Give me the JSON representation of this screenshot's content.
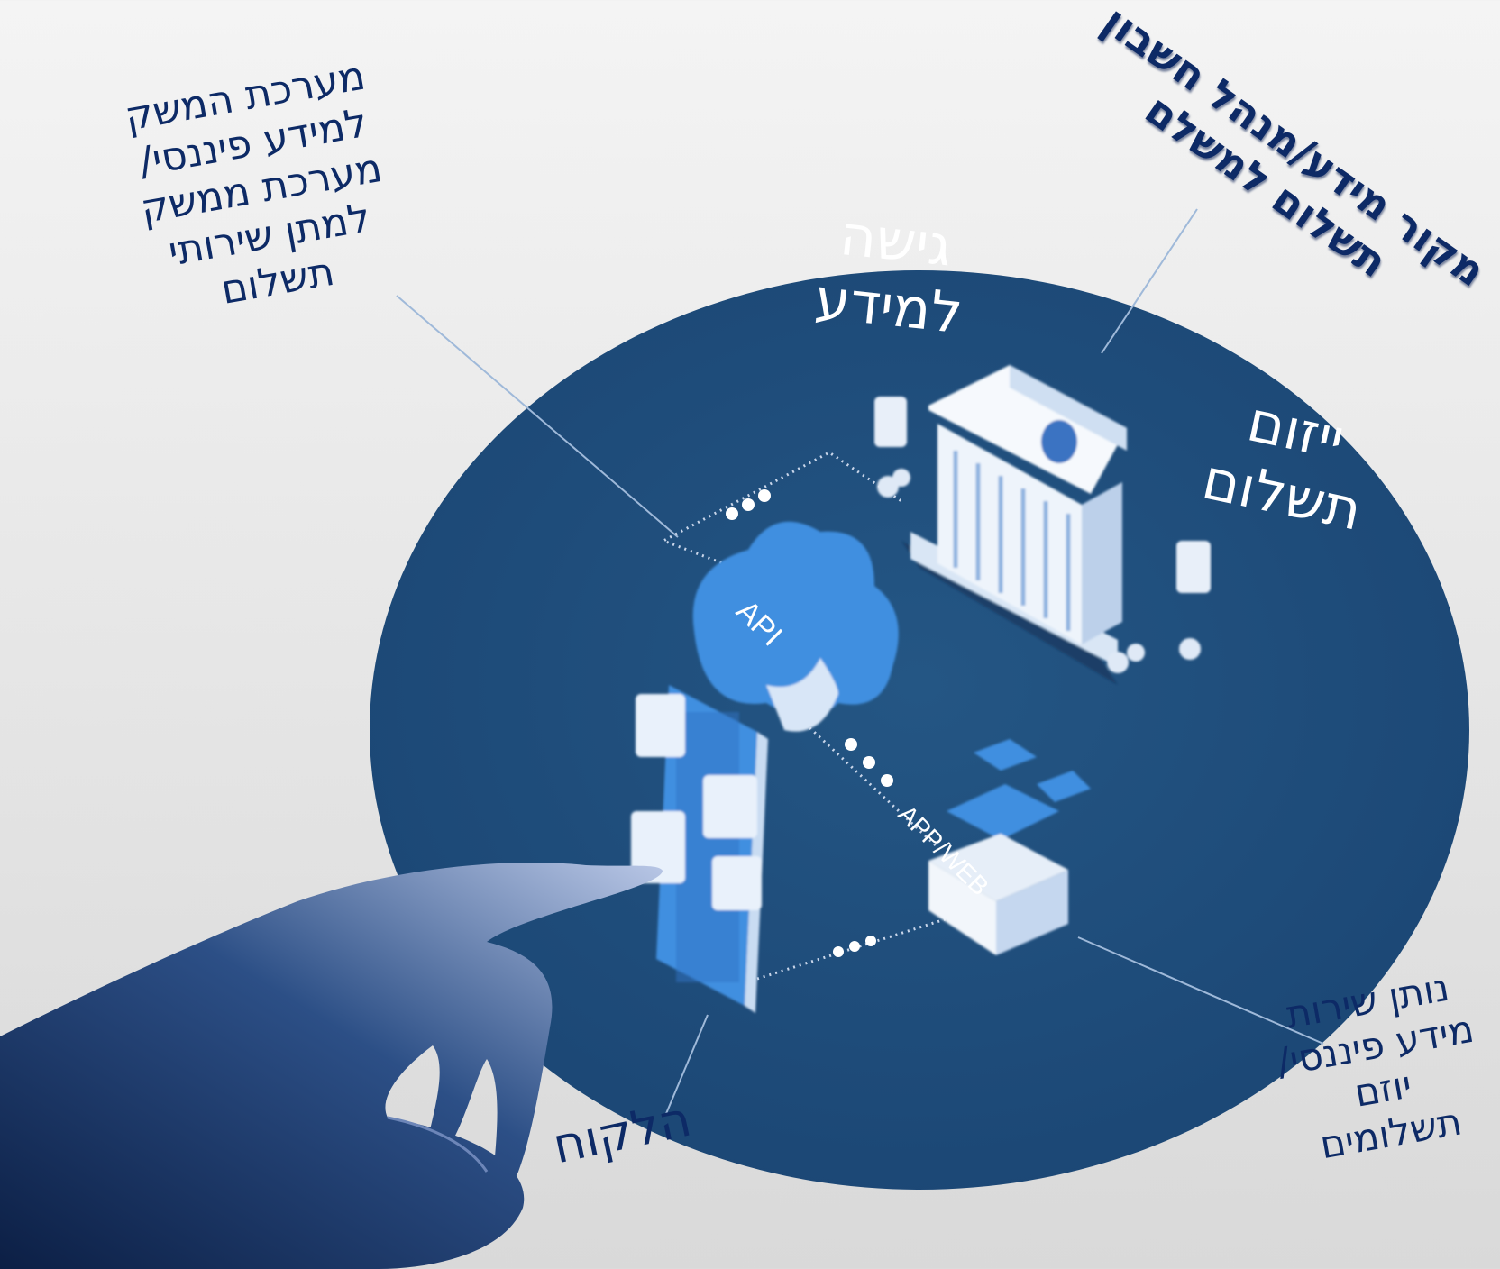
{
  "colors": {
    "disc": "#1f4d7b",
    "accent": "#3f8fe0",
    "text_dark": "#0d2a66",
    "text_light": "#ffffff"
  },
  "labels": {
    "business_system": "מערכת המשק\nלמידע פיננסי/\nמערכת ממשק\nלמתן שירותי\nתשלום",
    "account_source": "מקור מידע/מנהל חשבון\nתשלום למשלם",
    "access_info": "גישה\nלמידע",
    "payment_initiation": "ייזום\nתשלום",
    "service_provider": "נותן שירות\nמידע פיננסי/\nיוזם\nתשלומים",
    "customer": "הלקוח",
    "api": "API",
    "app_web": "APP/WEB"
  },
  "icons": [
    "bank-icon",
    "cloud-icon",
    "phone-icon",
    "box-icon",
    "hand-icon",
    "chat-bubble-icon"
  ]
}
